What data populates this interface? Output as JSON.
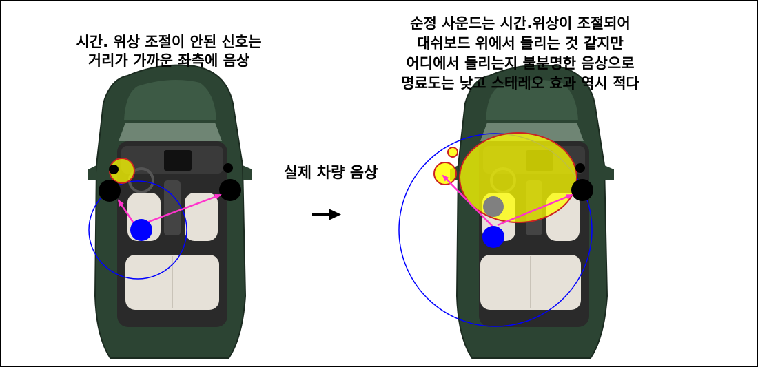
{
  "left_panel": {
    "caption_lines": [
      "시간. 위상 조절이 안된 신호는",
      "거리가 가까운 좌측에 음상"
    ]
  },
  "right_panel": {
    "caption_lines": [
      "순정 사운드는 시간.위상이 조절되어",
      "대쉬보드 위에서 들리는 것 같지만",
      "어디에서 들리는지 불분명한 음상으로",
      "명료도는 낮고 스테레오 효과 역시 적다"
    ]
  },
  "middle": {
    "label": "실제 차량 음상"
  },
  "colors": {
    "frame": "#000000",
    "car_body": "#2c4433",
    "car_roof": "#3d5a45",
    "interior": "#2a2a2a",
    "seat": "#e6e1d8",
    "listener": "#0000ff",
    "sound_field_ring": "#0000ff",
    "sound_image": "#ffff00",
    "sound_image_border": "#cc2222",
    "speaker": "#000000",
    "arrow": "#ff33cc",
    "direction_arrow": "#000000",
    "head_gray": "#808080"
  }
}
